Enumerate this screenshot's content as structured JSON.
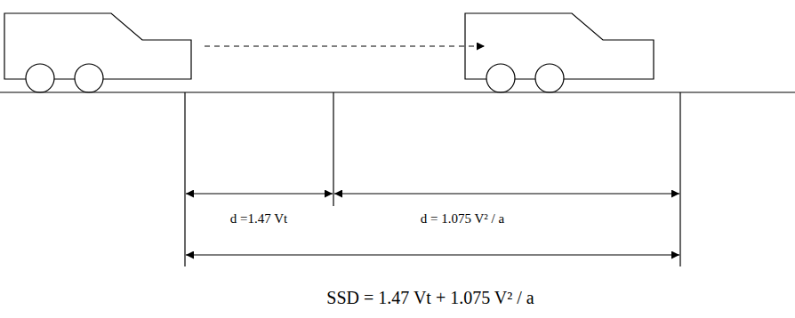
{
  "diagram": {
    "labels": [
      "d =1.47 Vt",
      "d = 1.075 V² / a",
      "SSD = 1.47 Vt + 1.075 V² / a"
    ]
  }
}
